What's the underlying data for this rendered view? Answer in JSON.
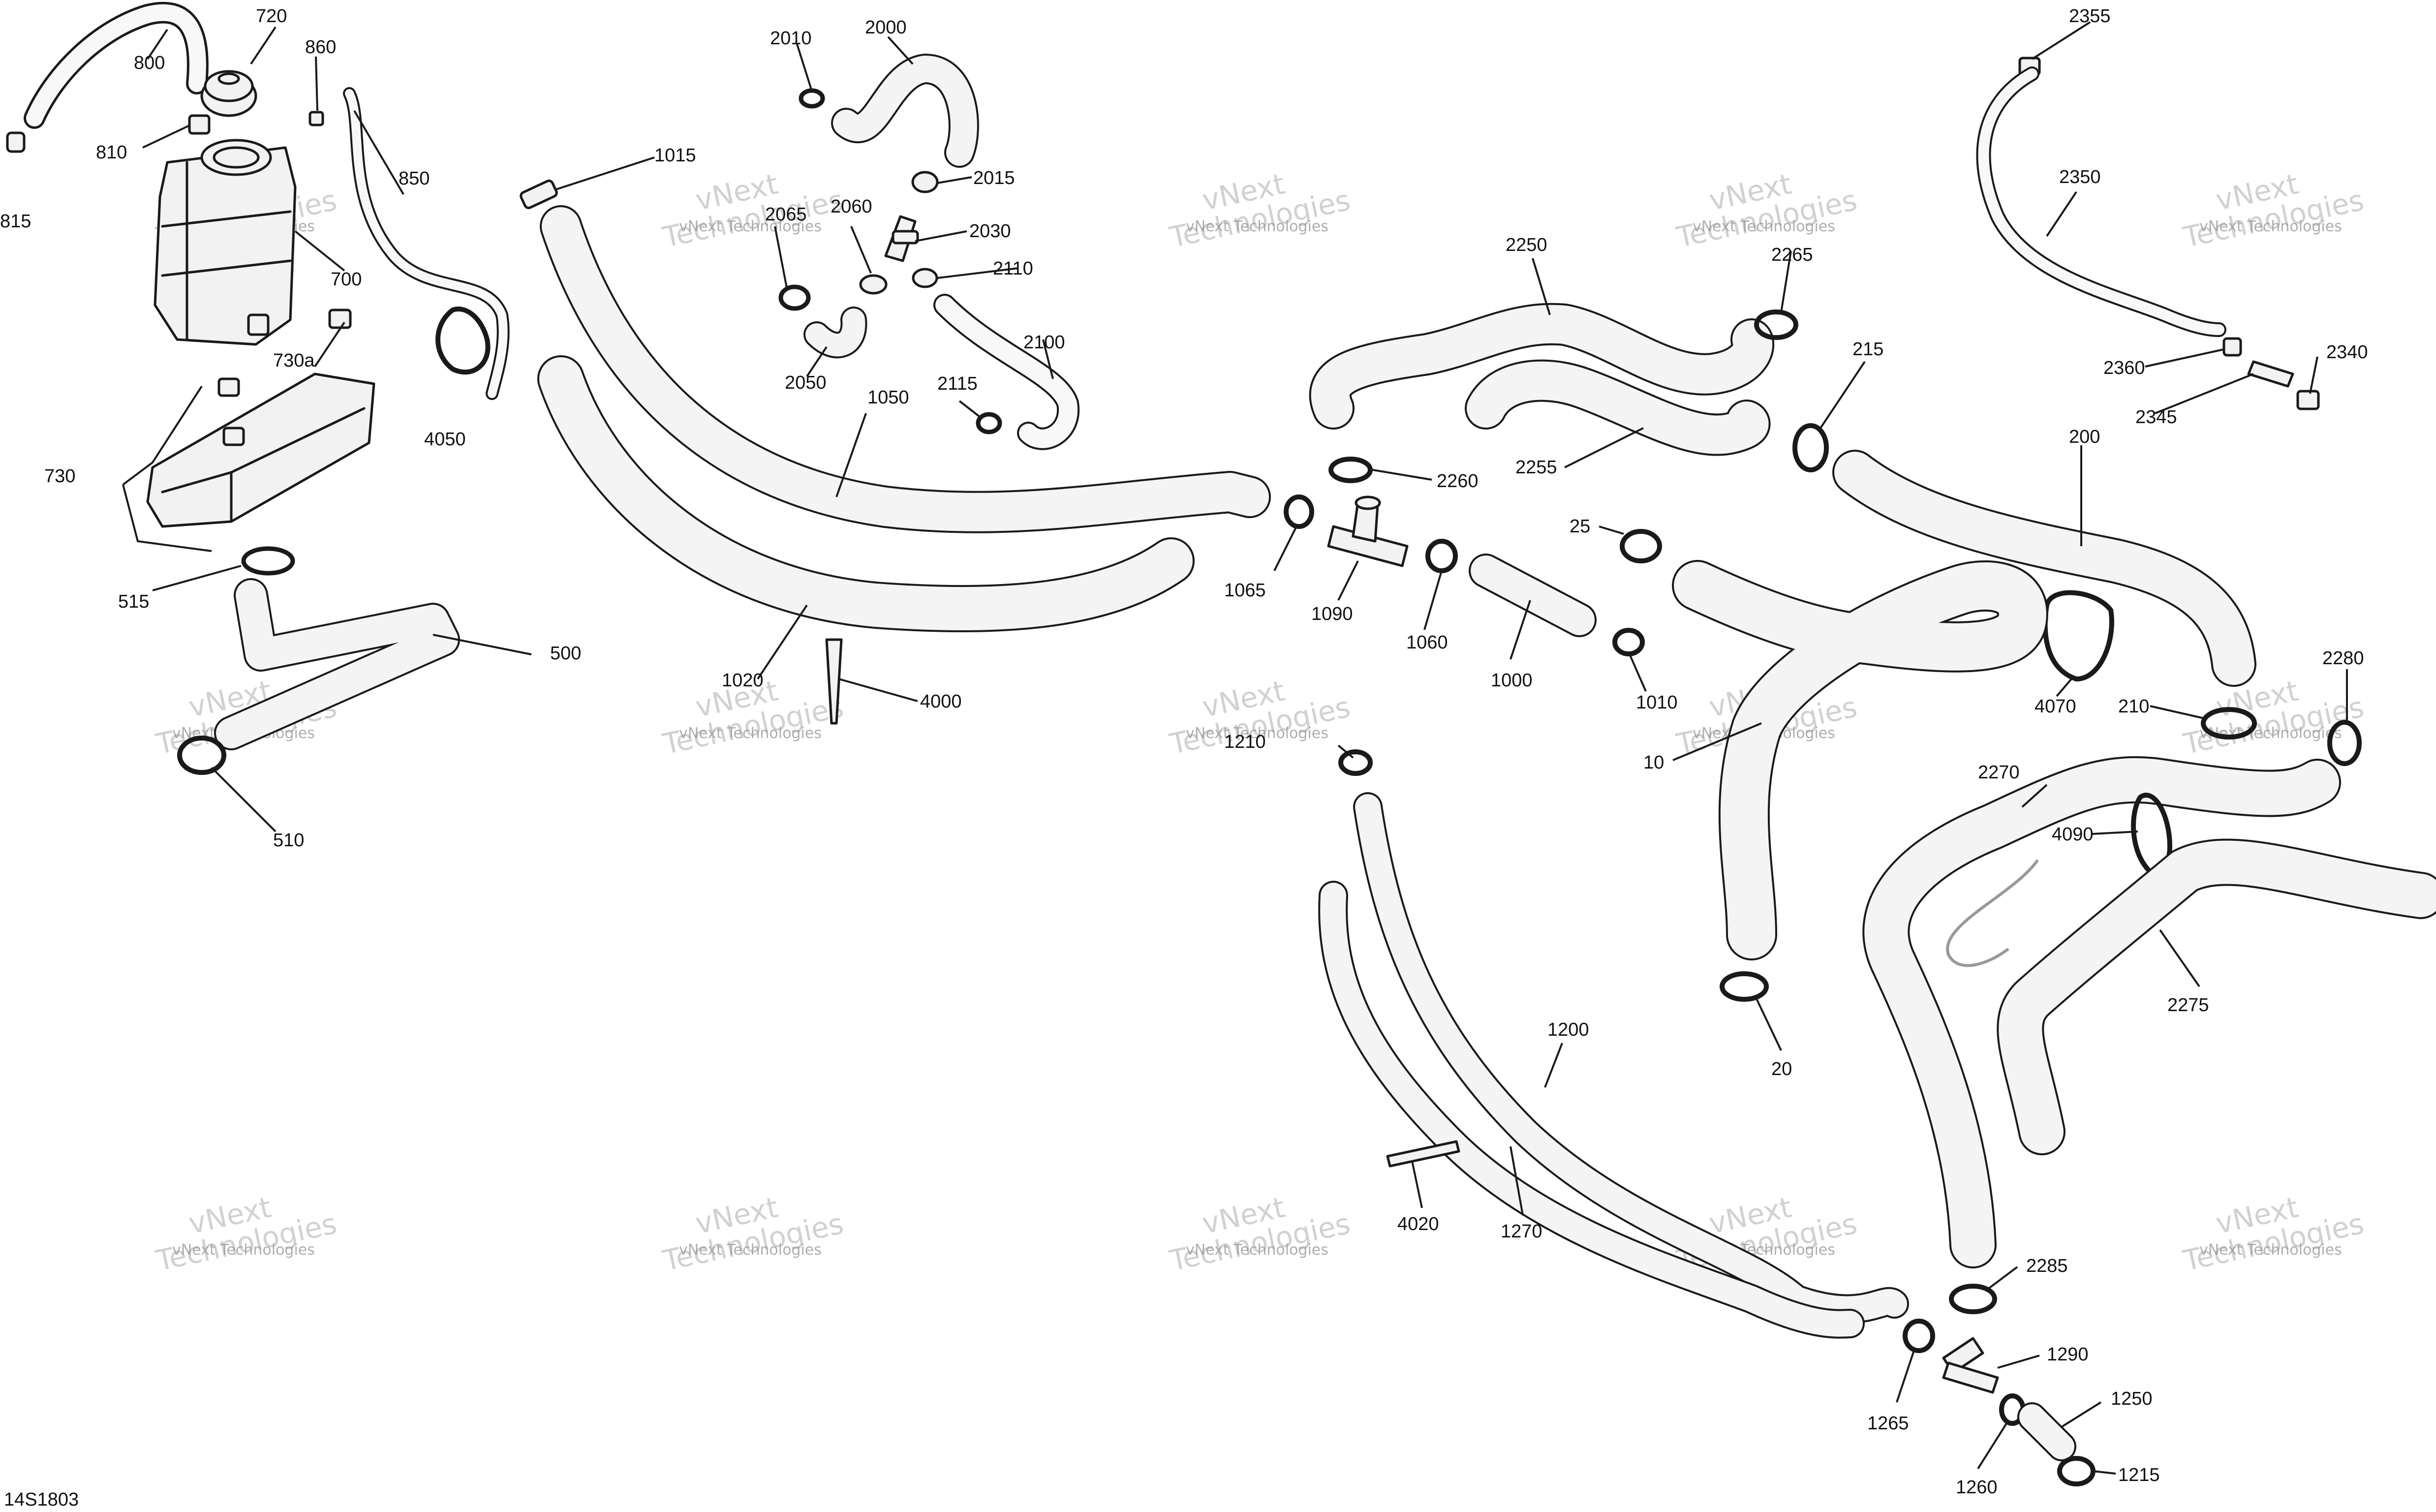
{
  "diagram_id": "14S1803",
  "watermark": {
    "line1": "vNext",
    "line2": "Technologies",
    "small": "vNext Technologies"
  },
  "callouts": {
    "c800": "800",
    "c720": "720",
    "c860": "860",
    "c810": "810",
    "c815": "815",
    "c850": "850",
    "c700": "700",
    "c730a": "730a",
    "c730": "730",
    "c4050": "4050",
    "c515": "515",
    "c500": "500",
    "c510": "510",
    "c1015": "1015",
    "c1050": "1050",
    "c1020": "1020",
    "c4000": "4000",
    "c2010": "2010",
    "c2000": "2000",
    "c2015": "2015",
    "c2065": "2065",
    "c2060": "2060",
    "c2030": "2030",
    "c2110": "2110",
    "c2050": "2050",
    "c2100": "2100",
    "c2115": "2115",
    "c2250": "2250",
    "c2265": "2265",
    "c2255": "2255",
    "c2260": "2260",
    "c215": "215",
    "c200": "200",
    "c1065": "1065",
    "c1090": "1090",
    "c1060": "1060",
    "c25": "25",
    "c1000": "1000",
    "c1010": "1010",
    "c10": "10",
    "c4070": "4070",
    "c210": "210",
    "c2280": "2280",
    "c2355": "2355",
    "c2350": "2350",
    "c2360": "2360",
    "c2340": "2340",
    "c2345": "2345",
    "c1210": "1210",
    "c2270": "2270",
    "c4090": "4090",
    "c2275": "2275",
    "c20": "20",
    "c1200": "1200",
    "c4020": "4020",
    "c1270": "1270",
    "c2285": "2285",
    "c1290": "1290",
    "c1265": "1265",
    "c1250": "1250",
    "c1260": "1260",
    "c1215": "1215"
  }
}
